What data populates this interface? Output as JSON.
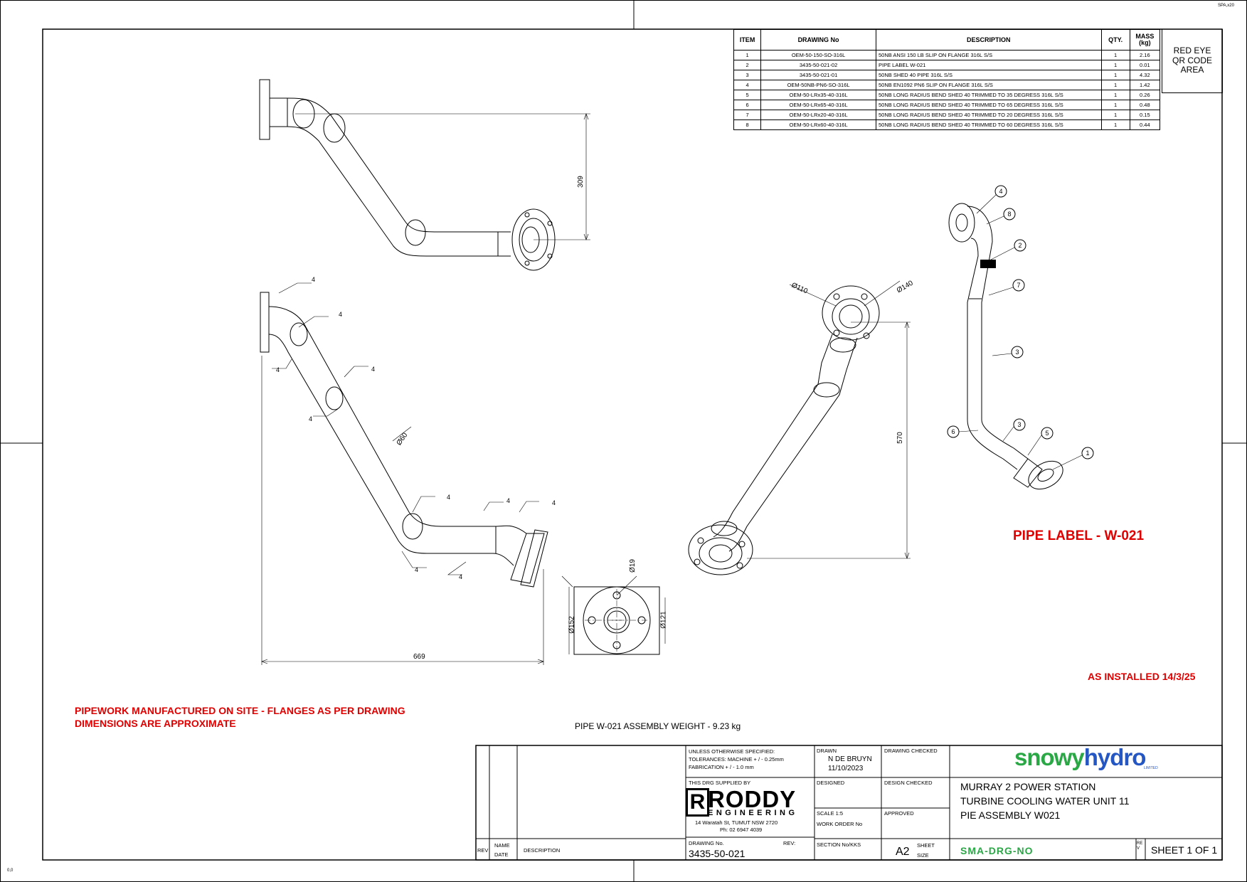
{
  "sheet_code": "SPA,x20",
  "origin_mark": "0,0",
  "bom": {
    "headers": {
      "item": "ITEM",
      "drawing_no": "DRAWING No",
      "description": "DESCRIPTION",
      "qty": "QTY.",
      "mass": "MASS (kg)"
    },
    "rows": [
      {
        "item": "1",
        "drawing_no": "OEM-50-150-SO-316L",
        "description": "50NB ANSI 150 LB SLIP ON FLANGE 316L S/S",
        "qty": "1",
        "mass": "2.16"
      },
      {
        "item": "2",
        "drawing_no": "3435-50-021-02",
        "description": "PIPE LABEL W-021",
        "qty": "1",
        "mass": "0.01"
      },
      {
        "item": "3",
        "drawing_no": "3435-50-021-01",
        "description": "50NB SHED 40 PIPE 316L S/S",
        "qty": "1",
        "mass": "4.32"
      },
      {
        "item": "4",
        "drawing_no": "OEM-50NB-PN6-SO-316L",
        "description": "50NB EN1092 PN6 SLIP ON FLANGE 316L S/S",
        "qty": "1",
        "mass": "1.42"
      },
      {
        "item": "5",
        "drawing_no": "OEM-50-LRx35-40-316L",
        "description": "50NB LONG RADIUS BEND SHED 40 TRIMMED TO 35 DEGRESS 316L S/S",
        "qty": "1",
        "mass": "0.26"
      },
      {
        "item": "6",
        "drawing_no": "OEM-50-LRx65-40-316L",
        "description": "50NB LONG RADIUS BEND SHED 40 TRIMMED TO 65 DEGRESS 316L S/S",
        "qty": "1",
        "mass": "0.48"
      },
      {
        "item": "7",
        "drawing_no": "OEM-50-LRx20-40-316L",
        "description": "50NB LONG RADIUS BEND SHED 40 TRIMMED TO 20 DEGRESS 316L S/S",
        "qty": "1",
        "mass": "0.15"
      },
      {
        "item": "8",
        "drawing_no": "OEM-50-LRx60-40-316L",
        "description": "50NB LONG RADIUS BEND SHED 40 TRIMMED TO 60 DEGRESS 316L S/S",
        "qty": "1",
        "mass": "0.44"
      }
    ]
  },
  "qr_area": "RED EYE QR CODE AREA",
  "dimensions": {
    "height_309": "309",
    "pipe_dia": "Ø60",
    "width_669": "669",
    "bolt_hole": "Ø19",
    "flange_od": "Ø152",
    "pcd": "Ø121",
    "flange_110": "Ø110",
    "flange_140": "Ø140",
    "height_570": "570"
  },
  "weld_symbol_value": "4",
  "callouts": [
    "4",
    "8",
    "2",
    "7",
    "3",
    "6",
    "3",
    "5",
    "1"
  ],
  "notes": {
    "pipe_label": "PIPE LABEL - W-021",
    "as_installed": "AS INSTALLED 14/3/25",
    "note1": "PIPEWORK MANUFACTURED ON SITE - FLANGES AS PER DRAWING",
    "note2": "DIMENSIONS ARE APPROXIMATE",
    "assembly_weight": "PIPE W-021 ASSEMBLY WEIGHT - 9.23 kg"
  },
  "title_block": {
    "unless1": "UNLESS OTHERWISE SPECIFIED:",
    "unless2": "TOLERANCES: MACHINE + / - 0.25mm",
    "unless3": "FABRICATION + / - 1.0 mm",
    "drawn_label": "DRAWN",
    "drawn_name": "N DE BRUYN",
    "drawn_date": "11/10/2023",
    "drawing_checked": "DRAWING CHECKED",
    "supplied_by": "THIS DRG SUPPLIED BY",
    "designed": "DESIGNED",
    "design_checked": "DESIGN CHECKED",
    "company_r": "R",
    "company_name": "RODDY",
    "company_sub": "ENGINEERING",
    "address": "14 Waratah St, TUMUT NSW 2720",
    "phone": "Ph: 02 6947 4039",
    "scale": "SCALE  1:5",
    "work_order": "WORK ORDER No",
    "approved": "APPROVED",
    "title1": "MURRAY 2 POWER STATION",
    "title2": "TURBINE COOLING WATER UNIT 11",
    "title3": "PIE ASSEMBLY W021",
    "drawing_no_label": "DRAWING No.",
    "rev_label": "REV:",
    "drawing_no": "3435-50-021",
    "section_no": "SECTION No/KKS",
    "sheet_size": "A2",
    "sheet_label": "SHEET",
    "size_label": "SIZE",
    "dwg_code": "SMA-DRG-NO",
    "rev_vert": "REV",
    "sheet": "SHEET 1 OF 1",
    "rev_col": "REV",
    "name": "NAME",
    "date": "DATE",
    "description": "DESCRIPTION"
  },
  "logo": {
    "part1": "snowy",
    "part2": "hydro",
    "sub": "LIMITED"
  },
  "colors": {
    "annotation_red": "#e00000",
    "snowy_green": "#2aa845",
    "hydro_blue": "#2456c4"
  }
}
